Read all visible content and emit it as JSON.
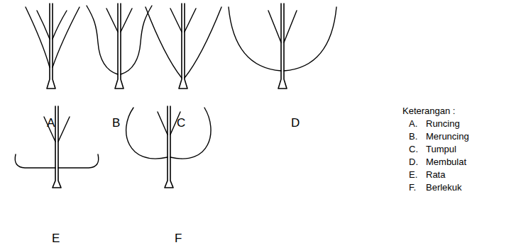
{
  "diagram": {
    "labels": [
      "A",
      "B",
      "C",
      "D",
      "E",
      "F",
      "Keterangan :",
      "A.",
      "Runcing",
      "B.",
      "Meruncing",
      "C.",
      "Tumpul",
      "D.",
      "Membulat",
      "E.",
      "Rata",
      "F.",
      "Berlekuk"
    ]
  }
}
